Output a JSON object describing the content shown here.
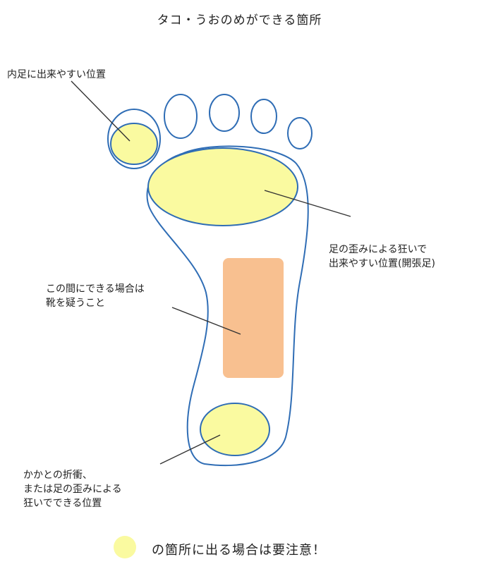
{
  "title": "タコ・うおのめができる箇所",
  "labels": {
    "inner_toe": "内足に出来やすい位置",
    "forefoot_line1": "足の歪みによる狂いで",
    "forefoot_line2": "出来やすい位置(開張足)",
    "arch_line1": "この間にできる場合は",
    "arch_line2": "靴を疑うこと",
    "heel_line1": "かかとの折衝、",
    "heel_line2": "または足の歪みによる",
    "heel_line3": "狂いでできる位置"
  },
  "legend": {
    "text": "の箇所に出る場合は要注意！"
  },
  "colors": {
    "outline": "#2f6db5",
    "warning_fill": "#fafaa0",
    "arch_fill": "#f8c090",
    "pointer": "#333333"
  }
}
